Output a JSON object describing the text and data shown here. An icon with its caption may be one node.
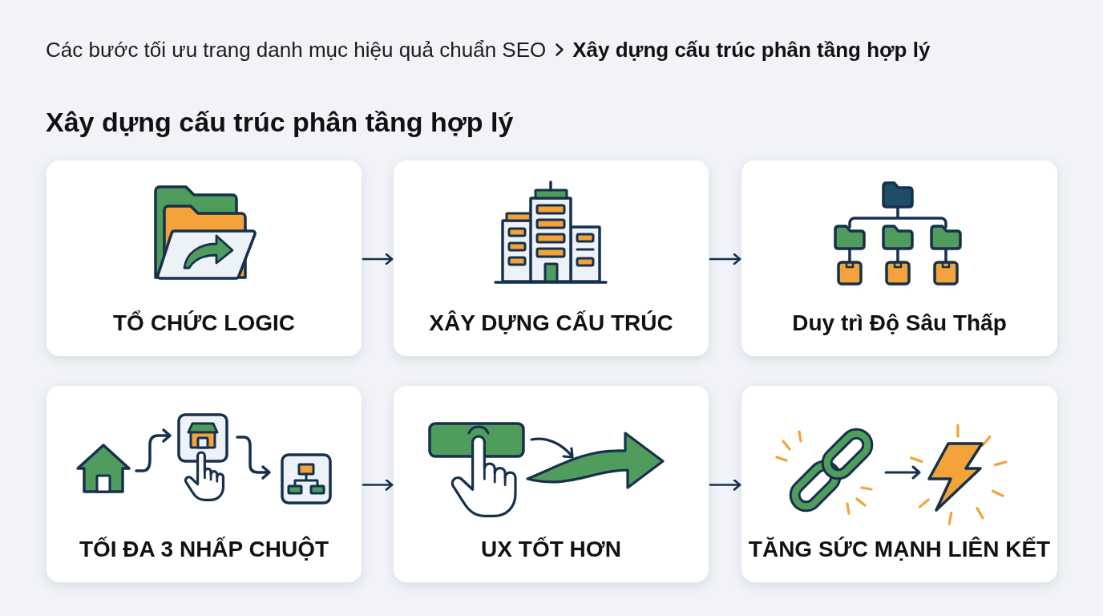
{
  "diagram": {
    "title": "Xây dựng cấu trúc phân tầng hợp lý",
    "nodes": [
      {
        "text": [
          "TỔ CHỨC LOGIC"
        ]
      },
      {
        "text": [
          "XÂY DỰNG CẤU TRÚC"
        ]
      },
      {
        "text": [
          "Duy trì Độ Sâu Thấp"
        ]
      },
      {
        "text": [
          "TỐI ĐA 3 NHẤP CHUỘT"
        ]
      },
      {
        "text": [
          "UX TỐT HƠN"
        ]
      },
      {
        "text": [
          "TĂNG SỨC MẠNH LIÊN KẾT"
        ]
      }
    ],
    "edges": [
      {
        "from": 0,
        "to": 1,
        "arrow": "to"
      },
      {
        "from": 1,
        "to": 2,
        "arrow": "to"
      },
      {
        "from": 3,
        "to": 4,
        "arrow": "to"
      },
      {
        "from": 4,
        "to": 5,
        "arrow": "to"
      }
    ],
    "labels": [
      "Các bước tối ưu trang danh mục hiệu quả chuẩn SEO",
      "Xây dựng cấu trúc phân tầng hợp lý"
    ]
  }
}
